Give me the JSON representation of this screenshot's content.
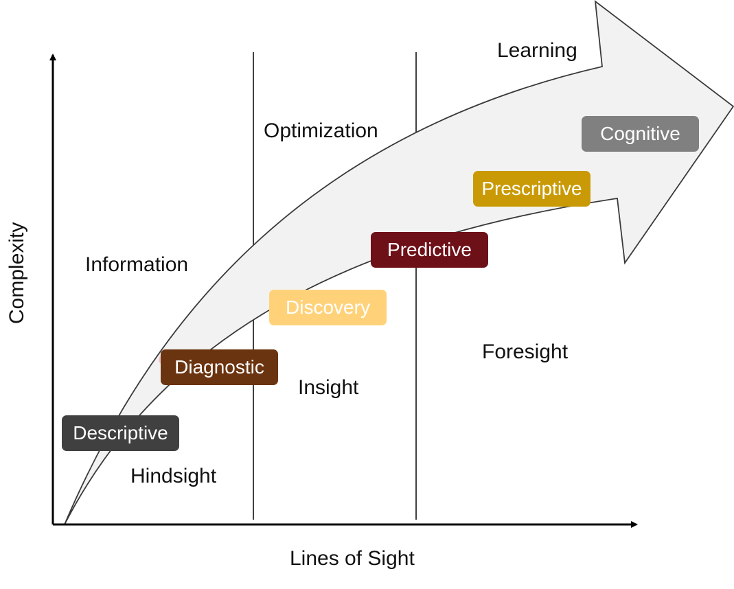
{
  "axes": {
    "x_label": "Lines of Sight",
    "y_label": "Complexity"
  },
  "zones": {
    "hindsight": "Hindsight",
    "insight": "Insight",
    "foresight": "Foresight",
    "information": "Information",
    "optimization": "Optimization",
    "learning": "Learning"
  },
  "stages": [
    {
      "label": "Descriptive",
      "color": "#404040"
    },
    {
      "label": "Diagnostic",
      "color": "#6B3410"
    },
    {
      "label": "Discovery",
      "color": "#FFD27A"
    },
    {
      "label": "Predictive",
      "color": "#6E1017"
    },
    {
      "label": "Prescriptive",
      "color": "#C99A06"
    },
    {
      "label": "Cognitive",
      "color": "#808080"
    }
  ],
  "colors": {
    "arrow_fill": "#F2F2F2",
    "arrow_stroke": "#3A3A3A",
    "axis": "#000000"
  }
}
